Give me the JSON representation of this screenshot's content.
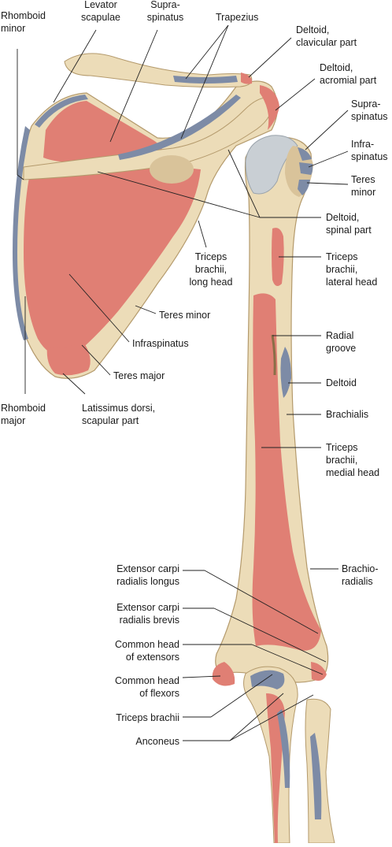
{
  "labels": {
    "rhomboid_minor": "Rhomboid\nminor",
    "levator_scapulae": "Levator\nscapulae",
    "supraspinatus_top": "Supra-\nspinatus",
    "trapezius": "Trapezius",
    "deltoid_clavicular": "Deltoid,\nclavicular part",
    "deltoid_acromial": "Deltoid,\nacromial part",
    "supraspinatus_right": "Supra-\nspinatus",
    "infraspinatus_right": "Infra-\nspinatus",
    "teres_minor_right": "Teres\nminor",
    "deltoid_spinal": "Deltoid,\nspinal part",
    "triceps_lateral": "Triceps\nbrachii,\nlateral head",
    "triceps_long": "Triceps\nbrachii,\nlong head",
    "teres_minor_mid": "Teres minor",
    "infraspinatus_mid": "Infraspinatus",
    "radial_groove": "Radial\ngroove",
    "teres_major": "Teres major",
    "deltoid_right": "Deltoid",
    "rhomboid_major": "Rhomboid\nmajor",
    "latissimus": "Latissimus dorsi,\nscapular part",
    "brachialis": "Brachialis",
    "triceps_medial": "Triceps\nbrachii,\nmedial head",
    "ecrl": "Extensor carpi\nradialis longus",
    "brachioradialis": "Brachio-\nradialis",
    "ecrb": "Extensor carpi\nradialis brevis",
    "common_extensors": "Common head\nof extensors",
    "common_flexors": "Common head\nof flexors",
    "triceps_brachii": "Triceps brachii",
    "anconeus": "Anconeus"
  },
  "colors": {
    "bone": "#ecdcb8",
    "bone_shade": "#d9c39a",
    "origin_red": "#e07f74",
    "insertion_blue": "#7d8ba6",
    "cartilage": "#c9cfd4",
    "leader": "#222222"
  }
}
